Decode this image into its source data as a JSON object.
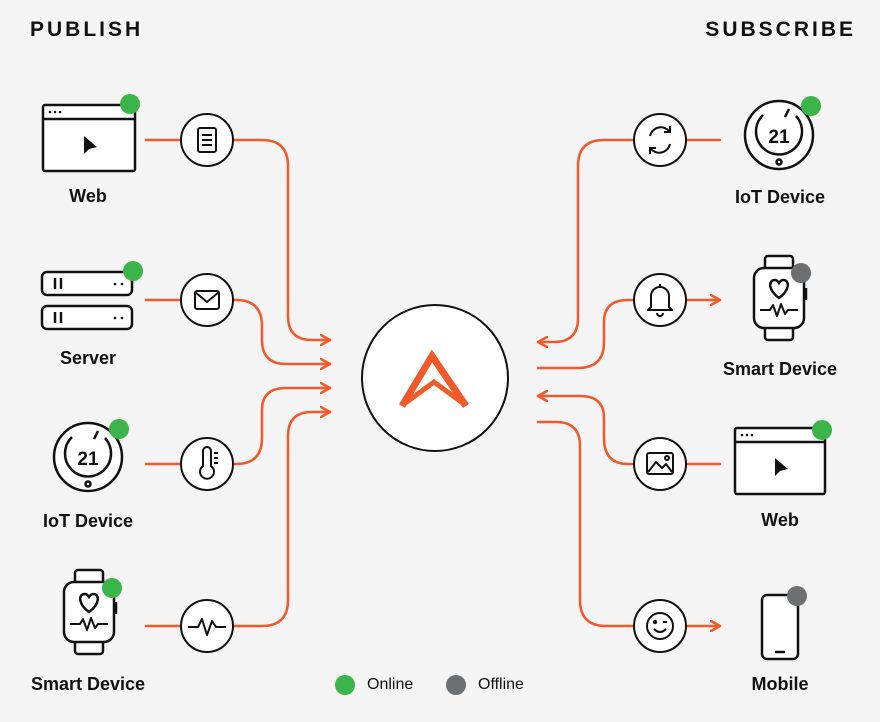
{
  "headings": {
    "publish": "PUBLISH",
    "subscribe": "SUBSCRIBE"
  },
  "publishers": [
    {
      "label": "Web",
      "status": "online",
      "device_icon": "browser-window-icon",
      "channel_icon": "document-icon"
    },
    {
      "label": "Server",
      "status": "online",
      "device_icon": "server-rack-icon",
      "channel_icon": "envelope-icon"
    },
    {
      "label": "IoT Device",
      "status": "online",
      "device_icon": "thermostat-icon",
      "channel_icon": "thermometer-icon",
      "display_value": "21"
    },
    {
      "label": "Smart Device",
      "status": "online",
      "device_icon": "smartwatch-icon",
      "channel_icon": "heartbeat-icon"
    }
  ],
  "subscribers": [
    {
      "label": "IoT Device",
      "status": "online",
      "device_icon": "thermostat-icon",
      "channel_icon": "sync-icon",
      "display_value": "21"
    },
    {
      "label": "Smart Device",
      "status": "offline",
      "device_icon": "smartwatch-icon",
      "channel_icon": "bell-icon"
    },
    {
      "label": "Web",
      "status": "online",
      "device_icon": "browser-window-icon",
      "channel_icon": "image-icon"
    },
    {
      "label": "Mobile",
      "status": "offline",
      "device_icon": "mobile-phone-icon",
      "channel_icon": "smiley-icon"
    }
  ],
  "hub": {
    "icon": "ably-logo-icon"
  },
  "legend": [
    {
      "label": "Online",
      "color": "#3bb54a"
    },
    {
      "label": "Offline",
      "color": "#6d6e70"
    }
  ],
  "colors": {
    "accent": "#f2592a",
    "online": "#3bb54a",
    "offline": "#6d6e70",
    "stroke": "#111111"
  }
}
